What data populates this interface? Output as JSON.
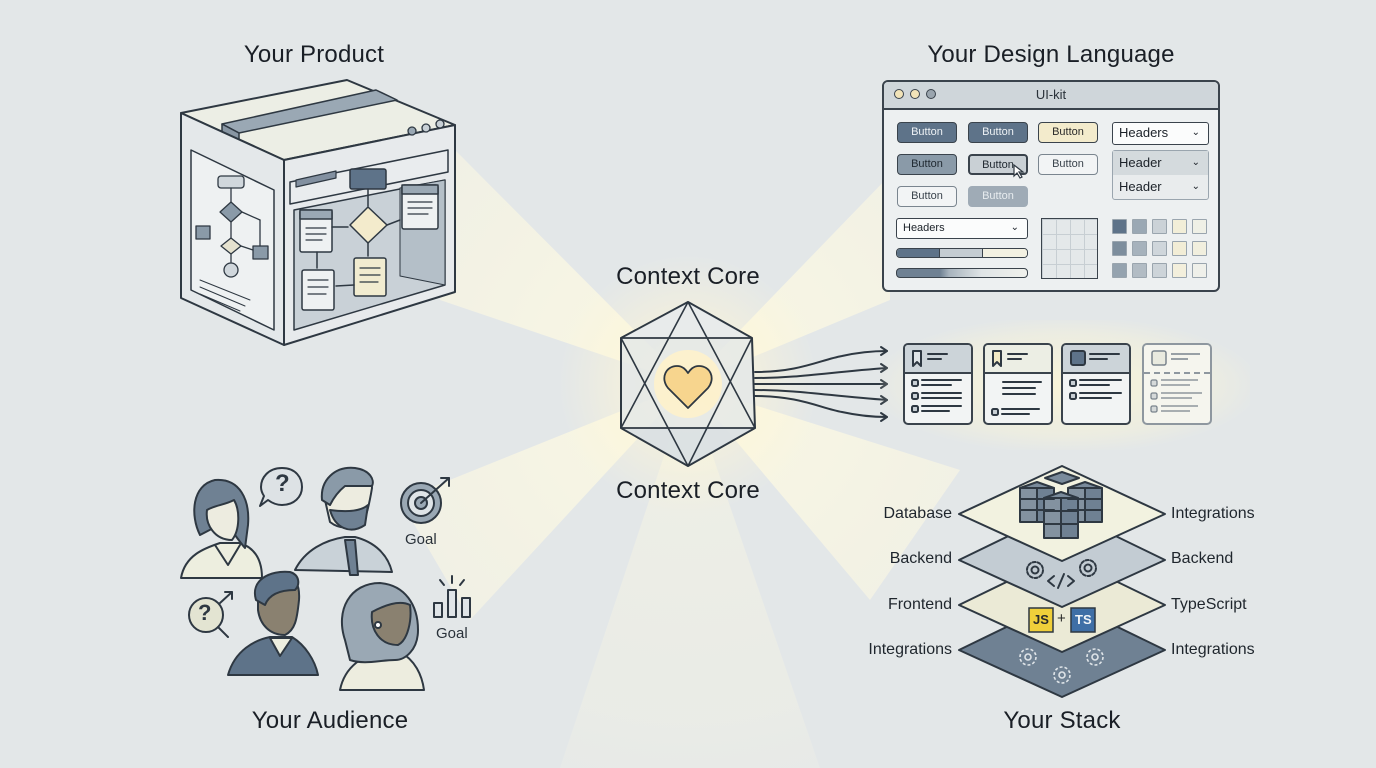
{
  "sections": {
    "product": {
      "title": "Your Product"
    },
    "design_language": {
      "title": "Your Design Language"
    },
    "core": {
      "title_top": "Context Core",
      "title_bottom": "Context Core"
    },
    "audience": {
      "title": "Your Audience",
      "goal_labels": [
        "Goal",
        "Goal"
      ]
    },
    "stack": {
      "title": "Your Stack"
    }
  },
  "ui_kit": {
    "window_title": "UI-kit",
    "buttons": [
      {
        "label": "Button",
        "style": "dark"
      },
      {
        "label": "Button",
        "style": "dark"
      },
      {
        "label": "Button",
        "style": "yellow"
      },
      {
        "label": "Button",
        "style": "mid"
      },
      {
        "label": "Button",
        "style": "hover"
      },
      {
        "label": "Button",
        "style": "light"
      },
      {
        "label": "Button",
        "style": "light"
      },
      {
        "label": "Button",
        "style": "disabled"
      }
    ],
    "select_top": "Headers",
    "dropdown_options": [
      "Header",
      "Header"
    ],
    "select_bottom": "Headers",
    "progress": [
      {
        "segments": [
          0.33,
          0.33,
          0.34
        ]
      },
      {
        "segments": [
          0.33,
          0.33,
          0.34
        ]
      }
    ],
    "swatch_colors": [
      [
        "#5e7389",
        "#9aa8b4",
        "#cbd2d7",
        "#f2eed8",
        "#eff0e6"
      ],
      [
        "#7d8e9d",
        "#a6b2bc",
        "#cfd6db",
        "#f2edd6",
        "#f1efde"
      ],
      [
        "#95a3af",
        "#b2bcc4",
        "#cdd4d9",
        "#f3efdc",
        "#eff0ea"
      ]
    ]
  },
  "stack": {
    "left_labels": [
      "Database",
      "Backend",
      "Frontend",
      "Integrations"
    ],
    "right_labels": [
      "Integrations",
      "Backend",
      "TypeScript",
      "Integrations"
    ],
    "badges": {
      "js": "JS",
      "plus": "+",
      "ts": "TS"
    }
  },
  "colors": {
    "background": "#e3e7e8",
    "ink": "#2e3842",
    "slate": "#5e7389",
    "cream": "#f3ebcc",
    "heart": "#f7d58e",
    "js": "#f0cf3a",
    "ts": "#3f6fa6"
  }
}
